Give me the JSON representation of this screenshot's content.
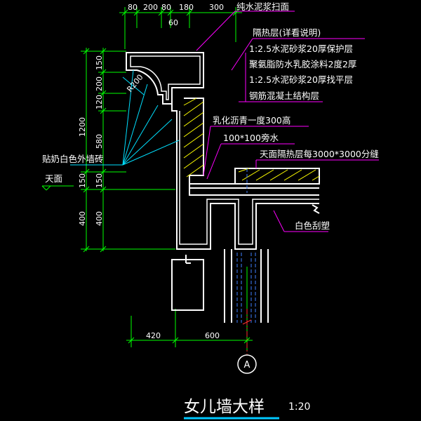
{
  "top_dims": [
    "80",
    "200",
    "80",
    "180",
    "300"
  ],
  "top_dim_sub": "60",
  "left_dims_outer": [
    "1200",
    "150",
    "400"
  ],
  "left_dims_inner": [
    "150",
    "200",
    "120",
    "580",
    "150",
    "400"
  ],
  "bottom_dims": [
    "420",
    "600"
  ],
  "radius_label": "R200",
  "notes": {
    "pure_cement": "纯水泥浆扫面",
    "insulation": "隔热层(详看说明)",
    "mortar_protect": "1:2.5水泥砂浆20厚保护层",
    "waterproof": "聚氨脂防水乳胶涂料2度2厚",
    "mortar_level": "1:2.5水泥砂浆20厚找平层",
    "rc_structure": "钢筋混凝土结构层",
    "asphalt": "乳化沥青一度300高",
    "flashing": "100*100旁水",
    "roof_joint": "天面隔热层每3000*3000分缝",
    "tile": "贴奶白色外墙砖",
    "roof_level": "天面",
    "white_plaster": "白色刮塑"
  },
  "axis_label": "A",
  "title": "女儿墙大样",
  "scale": "1:20",
  "colors": {
    "background": "#000000",
    "structure": "#ffffff",
    "dimension": "#00ff00",
    "leader": "#ff00ff",
    "annotation_text": "#ffffff",
    "hatch": "#ffff00",
    "title_underline": "#00c8ff",
    "axis_marker": "#ff3030"
  }
}
